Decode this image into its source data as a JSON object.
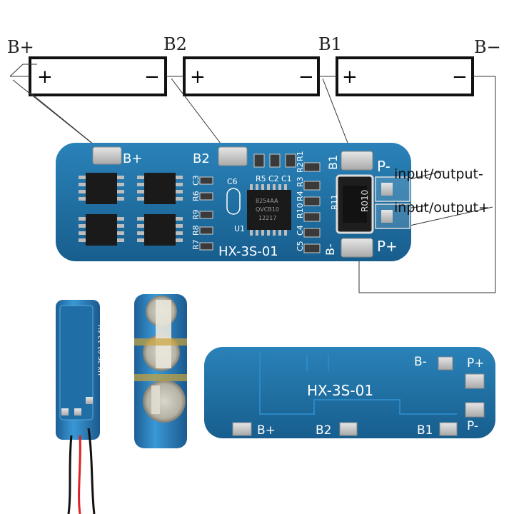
{
  "diagram": {
    "terminals": {
      "b_plus": "B+",
      "b2": "B2",
      "b1": "B1",
      "b_minus": "B−"
    },
    "cell_sign_plus": "+",
    "cell_sign_minus": "−",
    "output_labels": {
      "negative": "input/output-",
      "positive": "input/output+"
    }
  },
  "board_top": {
    "pads": {
      "b_plus": "B+",
      "b2": "B2",
      "b1": "B1",
      "p_minus": "P-",
      "p_plus": "P+",
      "b_minus": "B-"
    },
    "model": "HX-3S-01",
    "resistor_marking": "R010",
    "silkscreen": {
      "c6": "C6",
      "u1": "U1",
      "r5": "R5",
      "c2": "C2",
      "c1": "C1",
      "r6": "R6",
      "c3": "C3",
      "r8": "R8",
      "r9": "R9",
      "r7": "R7",
      "r10": "R10",
      "r4": "R4",
      "r3": "R3",
      "r11": "R11",
      "c5": "C5",
      "c4": "C4",
      "r2": "R2",
      "r1": "R1",
      "ic_text_1": "8254AA",
      "ic_text_2": "QVCB10",
      "ic_text_3": "12217"
    }
  },
  "assembly": {
    "side_board_text": "HX-3S-01 12.6V"
  },
  "board_back": {
    "model": "HX-3S-01",
    "pads": {
      "b_minus": "B-",
      "p_plus": "P+",
      "p_minus": "P-",
      "b_plus": "B+",
      "b2": "B2",
      "b1": "B1"
    }
  },
  "colors": {
    "pcb": "#1d6fa3",
    "pcb_dark": "#155a87",
    "silk": "#ffffff",
    "pad": "#c9c9c9",
    "cell_wrap": "#2f86c4"
  }
}
